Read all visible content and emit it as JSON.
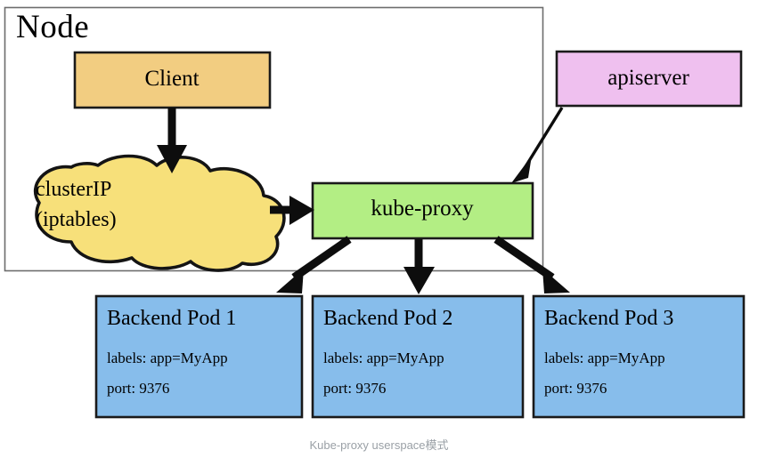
{
  "caption": "Kube-proxy userspace模式",
  "node": {
    "title": "Node",
    "border_color": "#6d6d6d",
    "fill": "#ffffff"
  },
  "shapes": {
    "client": {
      "label": "Client",
      "fill": "#f2cd81",
      "stroke": "#1a1a1a",
      "type": "rect"
    },
    "apiserver": {
      "label": "apiserver",
      "fill": "#efc0ef",
      "stroke": "#1a1a1a",
      "type": "rect"
    },
    "kube_proxy": {
      "label": "kube-proxy",
      "fill": "#b3ee84",
      "stroke": "#1a1a1a",
      "type": "rect"
    },
    "cluster_ip": {
      "label_line1": "clusterIP",
      "label_line2": "(iptables)",
      "fill": "#f7e07a",
      "stroke": "#1a1a1a",
      "type": "cloud"
    }
  },
  "pods": [
    {
      "title": "Backend Pod 1",
      "labels": "labels: app=MyApp",
      "port": "port: 9376",
      "fill": "#87bdeb",
      "stroke": "#1a1a1a"
    },
    {
      "title": "Backend Pod 2",
      "labels": "labels: app=MyApp",
      "port": "port: 9376",
      "fill": "#87bdeb",
      "stroke": "#1a1a1a"
    },
    {
      "title": "Backend Pod 3",
      "labels": "labels: app=MyApp",
      "port": "port: 9376",
      "fill": "#87bdeb",
      "stroke": "#1a1a1a"
    }
  ],
  "arrows": [
    {
      "name": "client-to-clusterip",
      "from": "client",
      "to": "cluster_ip"
    },
    {
      "name": "clusterip-to-kubeproxy",
      "from": "cluster_ip",
      "to": "kube_proxy"
    },
    {
      "name": "apiserver-to-kubeproxy",
      "from": "apiserver",
      "to": "kube_proxy"
    },
    {
      "name": "kubeproxy-to-pod-1",
      "from": "kube_proxy",
      "to": "pod-1"
    },
    {
      "name": "kubeproxy-to-pod-2",
      "from": "kube_proxy",
      "to": "pod-2"
    },
    {
      "name": "kubeproxy-to-pod-3",
      "from": "kube_proxy",
      "to": "pod-3"
    }
  ]
}
